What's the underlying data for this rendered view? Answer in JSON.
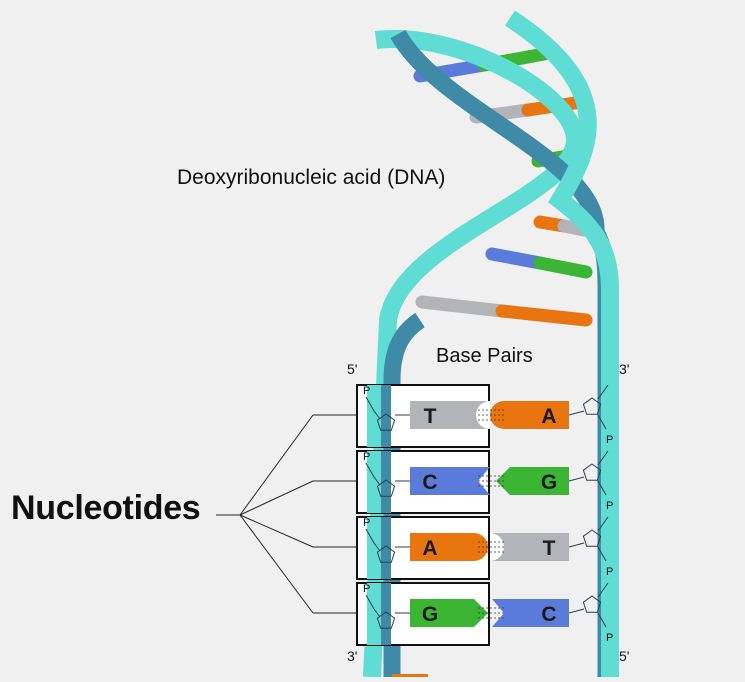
{
  "title": "Deoxyribonucleic acid (DNA)",
  "base_pairs_heading": "Base Pairs",
  "nucleotides_label": "Nucleotides",
  "strand_ends": {
    "left_top": "5'",
    "right_top": "3'",
    "left_bottom": "3'",
    "right_bottom": "5'"
  },
  "phosphate_symbol": "P",
  "pairs": [
    {
      "left": "T",
      "right": "A"
    },
    {
      "left": "C",
      "right": "G"
    },
    {
      "left": "A",
      "right": "T"
    },
    {
      "left": "G",
      "right": "C"
    }
  ],
  "colors": {
    "A": "#e8750f",
    "T": "#b2b4b8",
    "G": "#3db534",
    "C": "#5b7bdb",
    "strand_light": "#5fdcd4",
    "strand_dark": "#3f8aa6",
    "background": "#f0f0f0"
  }
}
